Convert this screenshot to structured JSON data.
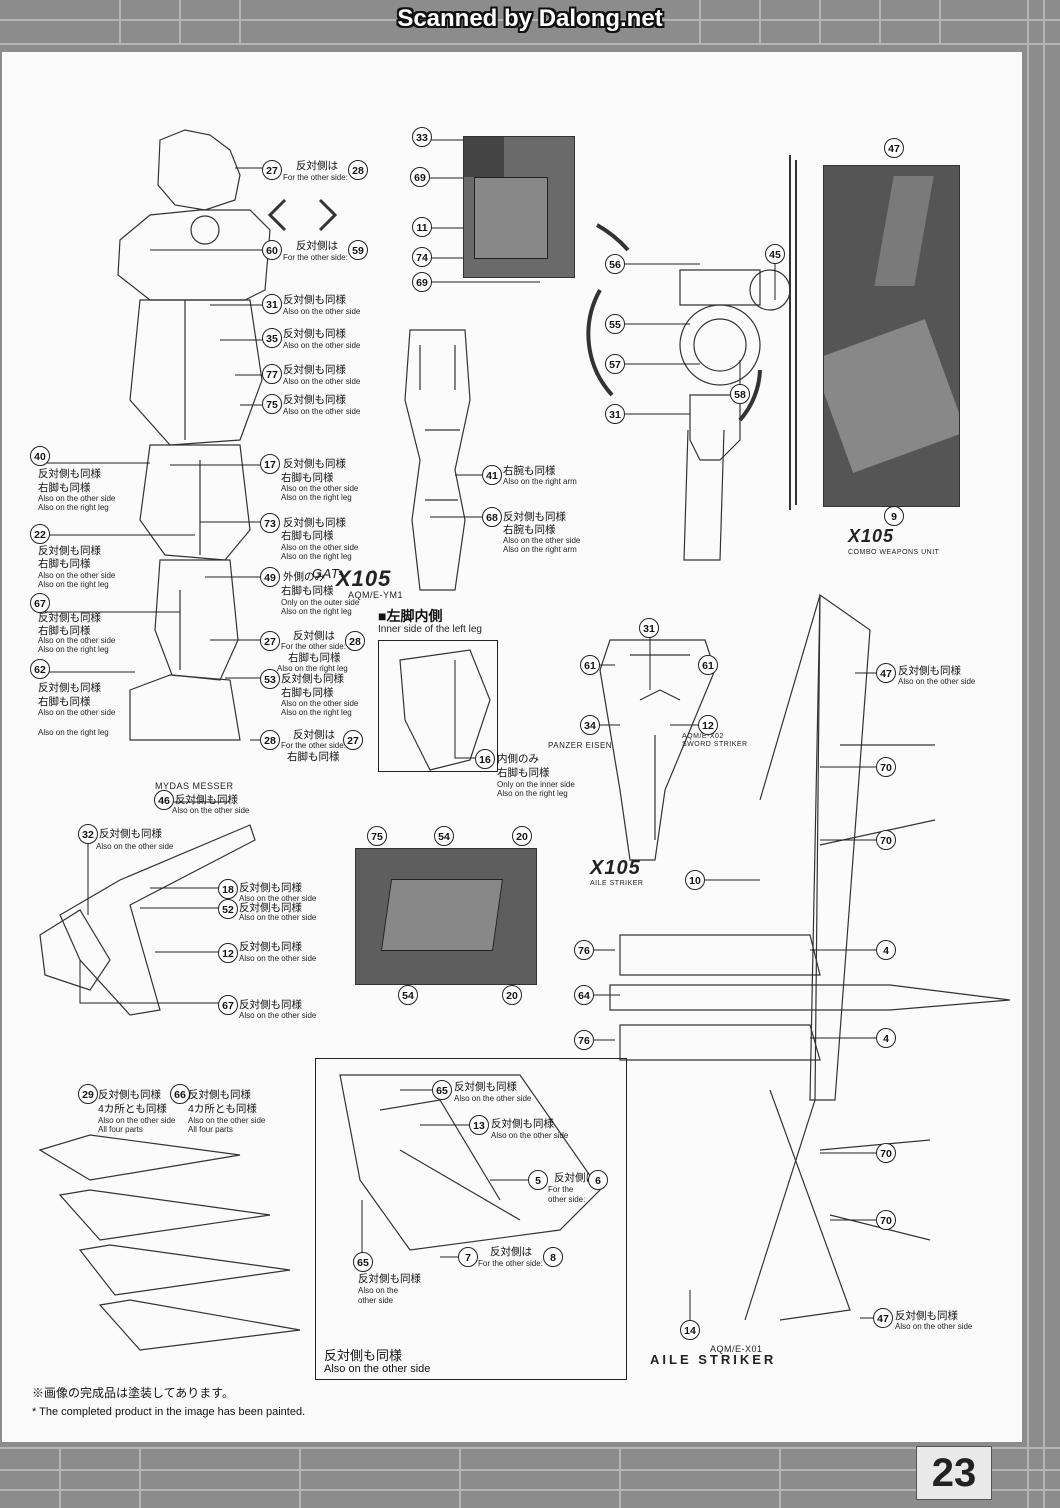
{
  "banner": "Scanned by Dalong.net",
  "page_number": "23",
  "footnote": {
    "jp": "※画像の完成品は塗装してあります。",
    "en": "* The completed product in the image has been painted."
  },
  "model_labels": {
    "x105_main": "X105",
    "aqm_ym1": "AQM/E-YM1",
    "gat": "GAT-",
    "x105_aile": "X105",
    "aqm_ex01": "AQM/E-X01",
    "aile_striker": "AILE STRIKER",
    "mydas_messer": "MYDAS MESSER",
    "panzer_eisen": "PANZER EISEN",
    "sword_striker": "SWORD STRIKER",
    "aqm_ex02": "AQM/E-X02",
    "combo_weapons": "COMBO WEAPONS UNIT",
    "x105_small": "X105"
  },
  "left_leg_box": {
    "jp": "■左脚内側",
    "en": "Inner side of the left leg"
  },
  "bottom_note": {
    "jp": "反対側も同様",
    "en": "Also on the other side"
  },
  "callouts": [
    {
      "n": "27",
      "jp": "反対側は",
      "en": "For the other side:",
      "n2": "28"
    },
    {
      "n": "60",
      "jp": "反対側は",
      "en": "For the other side:",
      "n2": "59"
    },
    {
      "n": "31",
      "jp": "反対側も同様",
      "en": "Also on the other side"
    },
    {
      "n": "35",
      "jp": "反対側も同様",
      "en": "Also on the other side"
    },
    {
      "n": "77",
      "jp": "反対側も同様",
      "en": "Also on the other side"
    },
    {
      "n": "75",
      "jp": "反対側も同様",
      "en": "Also on the other side"
    },
    {
      "n": "40",
      "jp": "反対側も同様",
      "jp2": "右脚も同様",
      "en": "Also on the other side",
      "en2": "Also on the right leg"
    },
    {
      "n": "17",
      "jp": "反対側も同様",
      "jp2": "右脚も同様",
      "en": "Also on the other side",
      "en2": "Also on the right leg"
    },
    {
      "n": "22",
      "jp": "反対側も同様",
      "jp2": "右脚も同様",
      "en": "Also on the other side",
      "en2": "Also on the right leg"
    },
    {
      "n": "73",
      "jp": "反対側も同様",
      "jp2": "右脚も同様",
      "en": "Also on the other side",
      "en2": "Also on the right leg"
    },
    {
      "n": "49",
      "jp": "外側のみ",
      "jp2": "右脚も同様",
      "en": "Only on the outer side",
      "en2": "Also on the right leg"
    },
    {
      "n": "67",
      "jp": "反対側も同様",
      "jp2": "右脚も同様",
      "en": "Also on the other side",
      "en2": "Also on the right leg"
    },
    {
      "n": "27",
      "jp": "反対側は",
      "jp2": "右脚も同様",
      "en": "For the other side:",
      "en2": "Also on the right leg",
      "n2": "28"
    },
    {
      "n": "62",
      "jp": "反対側も同様",
      "jp2": "右脚も同様",
      "en": "Also on the other side",
      "en2": "Also on the right leg"
    },
    {
      "n": "53",
      "jp": "反対側も同様",
      "jp2": "右脚も同様",
      "en": "Also on the other side",
      "en2": "Also on the right leg"
    },
    {
      "n": "28",
      "jp": "反対側は",
      "jp2": "右脚も同様",
      "en": "For the other side:",
      "n2": "27"
    },
    {
      "n": "41",
      "jp": "右腕も同様",
      "en": "Also on the right arm"
    },
    {
      "n": "68",
      "jp": "反対側も同様",
      "jp2": "右腕も同様",
      "en": "Also on the other side",
      "en2": "Also on the right arm"
    },
    {
      "n": "16",
      "jp": "内側のみ",
      "jp2": "右脚も同様",
      "en": "Only on the inner side",
      "en2": "Also on the right leg"
    },
    {
      "n": "46",
      "jp": "反対側も同様",
      "en": "Also on the other side"
    },
    {
      "n": "32",
      "jp": "反対側も同様",
      "en": "Also on the other side"
    },
    {
      "n": "18",
      "jp": "反対側も同様",
      "en": "Also on the other side"
    },
    {
      "n": "52",
      "jp": "反対側も同様",
      "en": "Also on the other side"
    },
    {
      "n": "12",
      "jp": "反対側も同様",
      "en": "Also on the other side"
    },
    {
      "n": "67",
      "jp": "反対側も同様",
      "en": "Also on the other side"
    },
    {
      "n": "29",
      "jp": "反対側も同様",
      "jp2": "4カ所とも同様",
      "en": "Also on the other side",
      "en2": "All four parts"
    },
    {
      "n": "66",
      "jp": "反対側も同様",
      "jp2": "4カ所とも同様",
      "en": "Also on the other side",
      "en2": "All four parts"
    },
    {
      "n": "65",
      "jp": "反対側も同様",
      "en": "Also on the other side"
    },
    {
      "n": "13",
      "jp": "反対側も同様",
      "en": "Also on the other side"
    },
    {
      "n": "5",
      "jp": "反対側は",
      "en": "For the other side:",
      "n2": "6"
    },
    {
      "n": "7",
      "jp": "反対側は",
      "en": "For the other side:",
      "n2": "8"
    },
    {
      "n": "65",
      "jp": "反対側も同様",
      "en": "Also on the other side"
    },
    {
      "n": "47",
      "jp": "反対側も同様",
      "en": "Also on the other side"
    },
    {
      "n": "47",
      "jp": "反対側も同様",
      "en": "Also on the other side"
    }
  ],
  "badges": [
    "33",
    "69",
    "11",
    "74",
    "69",
    "56",
    "45",
    "55",
    "57",
    "58",
    "31",
    "47",
    "9",
    "31",
    "61",
    "61",
    "34",
    "12",
    "75",
    "54",
    "20",
    "54",
    "20",
    "10",
    "70",
    "70",
    "4",
    "76",
    "64",
    "76",
    "4",
    "70",
    "70",
    "14"
  ]
}
